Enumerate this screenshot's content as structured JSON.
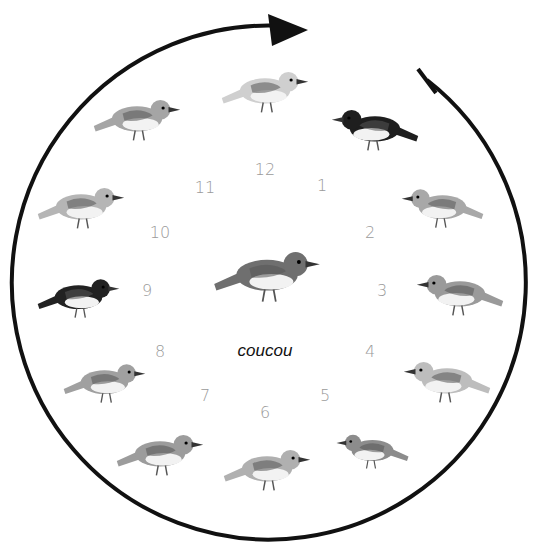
{
  "diagram": {
    "labels": [
      "12",
      "1",
      "2",
      "3",
      "4",
      "5",
      "6",
      "7",
      "8",
      "9",
      "10",
      "11",
      "coucou"
    ]
  }
}
